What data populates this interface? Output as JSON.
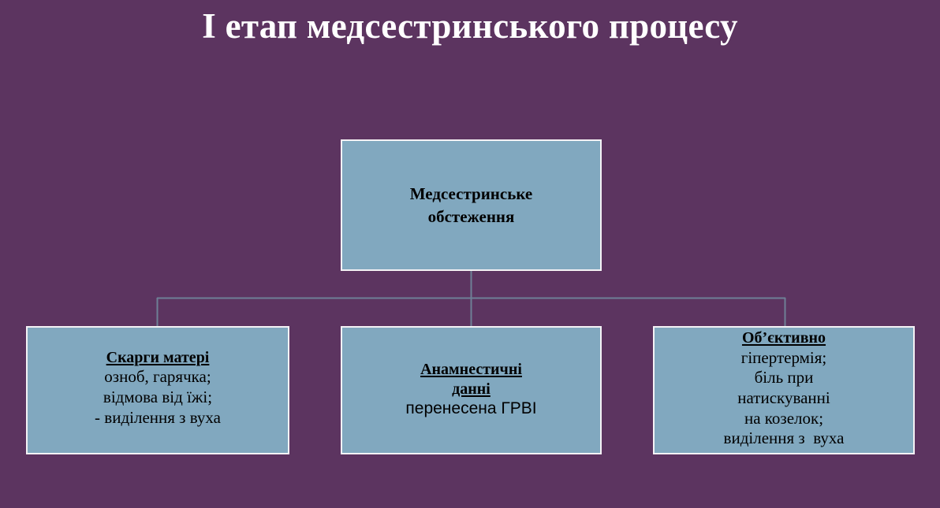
{
  "slide": {
    "title": "І етап медсестринського процесу",
    "background_color": "#5c3460",
    "box_fill_color": "#81a8bf",
    "box_border_color": "#f4f2f5",
    "connector_color": "#6e7f96",
    "title_color": "#ffffff",
    "text_color": "#000000"
  },
  "diagram": {
    "root": {
      "title": "Медсестринське\nобстеження"
    },
    "children": [
      {
        "id": "complaints",
        "heading": "Скарги матері",
        "lines": [
          "озноб, гарячка;",
          "відмова від їжі;",
          "- виділення з вуха"
        ],
        "body_font": "serif"
      },
      {
        "id": "anamnesis",
        "heading": "Анамнестичні\nданні",
        "lines": [
          "перенесена ГРВІ"
        ],
        "body_font": "sans"
      },
      {
        "id": "objective",
        "heading": "Об’єктивно",
        "lines": [
          "гіпертермія;",
          "біль при",
          "натискуванні",
          "на козелок;",
          "виділення з  вуха"
        ],
        "body_font": "serif"
      }
    ]
  }
}
